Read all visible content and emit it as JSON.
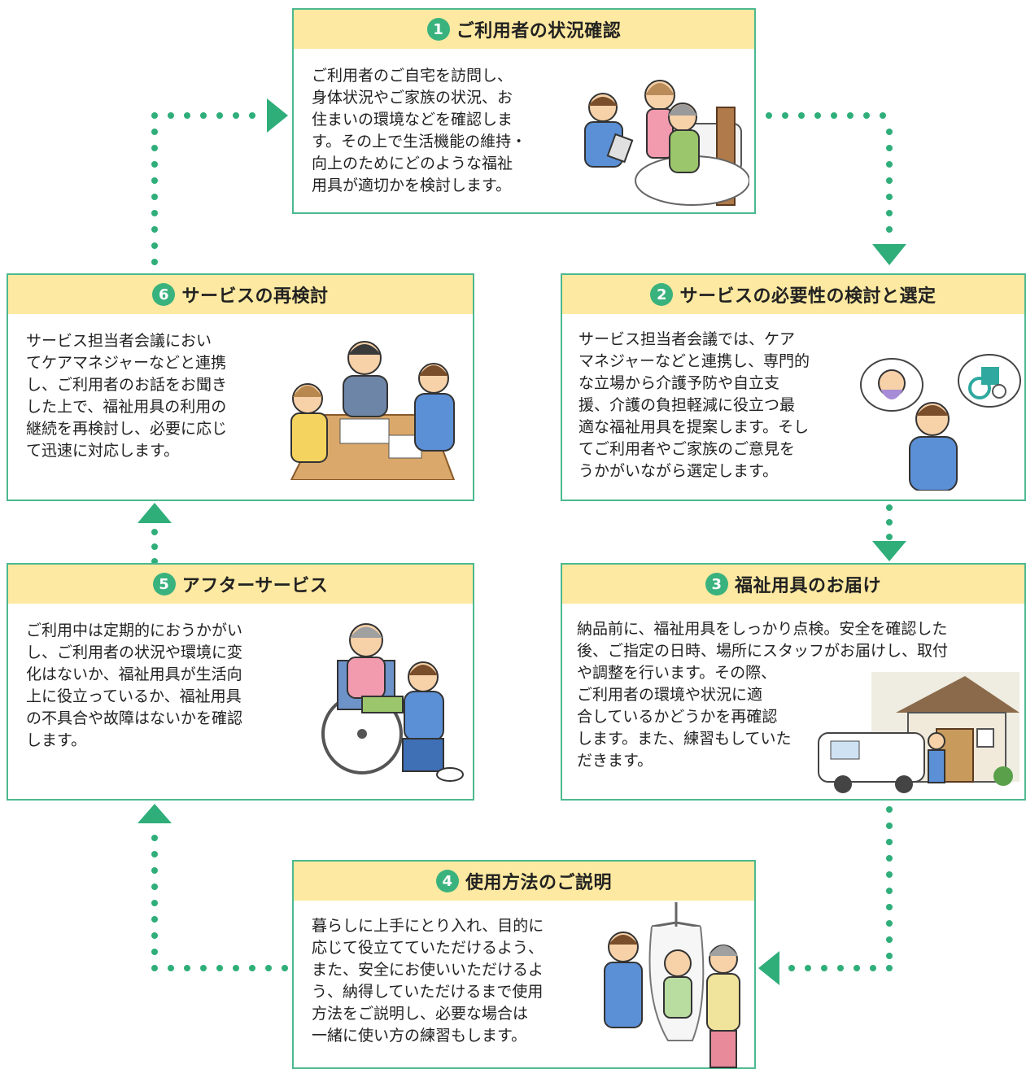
{
  "colors": {
    "border": "#4cb88f",
    "header_bg": "#fde9a1",
    "accent": "#3ab27e"
  },
  "steps": [
    {
      "number": "1",
      "title": "ご利用者の状況確認",
      "body": "ご利用者のご自宅を訪問し、\n身体状況やご家族の状況、お\n住まいの環境などを確認しま\nす。その上で生活機能の維持・\n向上のためにどのような福祉\n用具が適切かを検討します。"
    },
    {
      "number": "2",
      "title": "サービスの必要性の検討と選定",
      "body": "サービス担当者会議では、ケア\nマネジャーなどと連携し、専門的\nな立場から介護予防や自立支\n援、介護の負担軽減に役立つ最\n適な福祉用具を提案します。そし\nてご利用者やご家族のご意見を\nうかがいながら選定します。"
    },
    {
      "number": "3",
      "title": "福祉用具のお届け",
      "body_top": "納品前に、福祉用具をしっかり点検。安全を確認した\n後、ご指定の日時、場所にスタッフがお届けし、取付",
      "body_bottom": "や調整を行います。その際、\nご利用者の環境や状況に適\n合しているかどうかを再確認\nします。また、練習もしていた\nだきます。"
    },
    {
      "number": "4",
      "title": "使用方法のご説明",
      "body": "暮らしに上手にとり入れ、目的に\n応じて役立てていただけるよう、\nまた、安全にお使いいただけるよ\nう、納得していただけるまで使用\n方法をご説明し、必要な場合は\n一緒に使い方の練習もします。"
    },
    {
      "number": "5",
      "title": "アフターサービス",
      "body": "ご利用中は定期的におうかがい\nし、ご利用者の状況や環境に変\n化はないか、福祉用具が生活向\n上に役立っているか、福祉用具\nの不具合や故障はないかを確認\nします。"
    },
    {
      "number": "6",
      "title": "サービスの再検討",
      "body": "サービス担当者会議におい\nてケアマネジャーなどと連携\nし、ご利用者のお話をお聞き\nした上で、福祉用具の利用の\n継続を再検討し、必要に応じ\nて迅速に対応します。"
    }
  ]
}
